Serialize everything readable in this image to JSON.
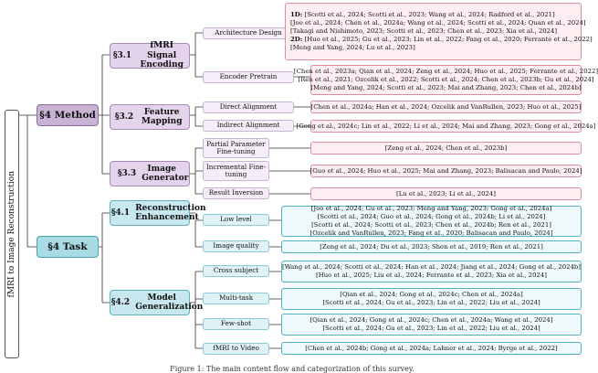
{
  "root": "fMRI to Image Reconstruction",
  "method": {
    "label": "§4 Method",
    "s31": {
      "num": "§3.1",
      "name": "fMRI Signal Encoding",
      "arch": {
        "label": "Architecture Design",
        "d1_prefix": "1D:",
        "d1": [
          "[Scotti et al., 2024; Scotti et al., 2023; Wang et al., 2024; Radford et al., 2021]",
          "[Joo et al., 2024; Chen et al., 2024a; Wang et al., 2024; Scotti et al., 2024; Quan et al., 2024]",
          "[Takagi and Nishimoto, 2023; Scotti et al., 2023; Chen et al., 2023; Xia et al., 2024]"
        ],
        "d2_prefix": "2D:",
        "d2": [
          "[Huo et al., 2025; Gu et al., 2023; Lin et al., 2022; Fang et al., 2020; Ferrante et al., 2022]",
          "[Meng and Yang, 2024; Lu et al., 2023]"
        ]
      },
      "pretrain": {
        "label": "Encoder Pretrain",
        "refs": [
          "[Chen et al., 2023a; Qian et al., 2024; Zeng et al., 2024; Huo et al., 2025; Ferrante et al., 2022]",
          "[Ren et al., 2021; Ozcelik et al., 2022; Scotti et al., 2024; Chen et al., 2023b; Gu et al., 2024]",
          "[Meng and Yang, 2024; Scotti et al., 2023; Mai and Zhang, 2023; Chen et al., 2024b]"
        ]
      }
    },
    "s32": {
      "num": "§3.2",
      "name": "Feature Mapping",
      "direct": {
        "label": "Direct Alignment",
        "refs": [
          "[Chen et al., 2024a; Han et al., 2024; Ozcelik and VanRullen, 2023; Huo et al., 2025]"
        ]
      },
      "indirect": {
        "label": "Indirect Alignment",
        "refs": [
          "[Gong et al., 2024c; Lin et al., 2022; Li et al., 2024; Mai and Zhang, 2023; Gong et al., 2024a]"
        ]
      }
    },
    "s33": {
      "num": "§3.3",
      "name": "Image Generator",
      "partial": {
        "label": "Partial Parameter Fine-tuning",
        "refs": [
          "[Zeng et al., 2024; Chen et al., 2023b]"
        ]
      },
      "incremental": {
        "label": "Incremental Fine-tuning",
        "refs": [
          "[Guo et al., 2024; Huo et al., 2025; Mai and Zhang, 2023; Balisacan and Paulo, 2024]"
        ]
      },
      "inversion": {
        "label": "Result Inversion",
        "refs": [
          "[Lu et al., 2023; Li et al., 2024]"
        ]
      }
    }
  },
  "task": {
    "label": "§4 Task",
    "s41": {
      "num": "§4.1",
      "name": "Reconstruction Enhancement",
      "low": {
        "label": "Low level",
        "refs": [
          "[Joo et al., 2024; Gu et al., 2023; Meng and Yang, 2023; Gong et al., 2024a]",
          "[Scotti et al., 2024; Guo et al., 2024; Gong et al., 2024b; Li et al., 2024]",
          "[Scotti et al., 2024; Scotti et al., 2023; Chen et al., 2024b; Ren et al., 2021]",
          "[Ozcelik and VanRullen, 2023; Fang et al., 2020; Balisacan and Paulo, 2024]"
        ]
      },
      "quality": {
        "label": "Image quality",
        "refs": [
          "[Zeng et al., 2024; Du et al., 2023; Shen et al., 2019; Ren et al., 2021]"
        ]
      }
    },
    "s42": {
      "num": "§4.2",
      "name": "Model Generalization",
      "cross": {
        "label": "Cross subject",
        "refs": [
          "[Wang et al., 2024; Scotti et al., 2024; Han et al., 2024; Jiang et al., 2024; Gong et al., 2024b]",
          "[Huo et al., 2025; Liu et al., 2024; Ferrante et al., 2023; Xia et al., 2024]"
        ]
      },
      "multi": {
        "label": "Multi-task",
        "refs": [
          "[Qian et al., 2024; Gong et al., 2024c; Chen et al., 2024a]",
          "[Scotti et al., 2024; Gu et al., 2023; Lin et al., 2022; Liu et al., 2024]"
        ]
      },
      "few": {
        "label": "Few-shot",
        "refs": [
          "[Qian et al., 2024; Gong et al., 2024c; Chen et al., 2024a; Wang et al., 2024]",
          "[Scotti et al., 2024; Gu et al., 2023; Lin et al., 2022; Liu et al., 2024]"
        ]
      },
      "video": {
        "label": "fMRI to Video",
        "refs": [
          "[Chen et al., 2024b; Gong et al., 2024a; Lahner et al., 2024; Byrge et al., 2022]"
        ]
      }
    }
  },
  "caption": "Figure 1: The main content flow and categorization of this survey."
}
